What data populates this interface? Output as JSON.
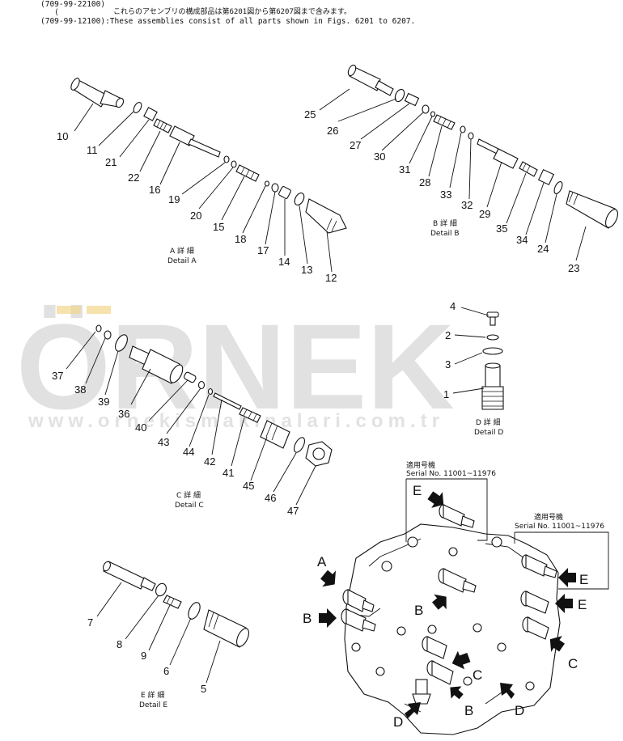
{
  "header": {
    "line1": "(709-99-22100)",
    "line2": "   (",
    "line3": "(709-99-12100):These assemblies consist of all parts shown in Figs. 6201 to 6207.",
    "jp_text": "これらのアセンブリの構成部品は第6201図から第6207図まで含みます。"
  },
  "watermark": {
    "brand": "ÖRNEK",
    "url": "www.ornekismakinalari.com.tr"
  },
  "details": {
    "a": {
      "jp": "A 詳 細",
      "en": "Detail A"
    },
    "b": {
      "jp": "B 詳 細",
      "en": "Detail B"
    },
    "c": {
      "jp": "C 詳 細",
      "en": "Detail C"
    },
    "d": {
      "jp": "D 詳 細",
      "en": "Detail D"
    },
    "e": {
      "jp": "E 詳 細",
      "en": "Detail E"
    }
  },
  "serial_notes": {
    "jp": "適用号機",
    "left": "Serial  No. 11001~11976",
    "right": "Serial  No. 11001~11976"
  },
  "callouts": {
    "n1": "1",
    "n2": "2",
    "n3": "3",
    "n4": "4",
    "n5": "5",
    "n6": "6",
    "n7": "7",
    "n8": "8",
    "n9": "9",
    "n10": "10",
    "n11": "11",
    "n12": "12",
    "n13": "13",
    "n14": "14",
    "n15": "15",
    "n16": "16",
    "n17": "17",
    "n18": "18",
    "n19": "19",
    "n20": "20",
    "n21": "21",
    "n22": "22",
    "n23": "23",
    "n24": "24",
    "n25": "25",
    "n26": "26",
    "n27": "27",
    "n28": "28",
    "n29": "29",
    "n30": "30",
    "n31": "31",
    "n32": "32",
    "n33": "33",
    "n34": "34",
    "n35": "35",
    "n36": "36",
    "n37": "37",
    "n38": "38",
    "n39": "39",
    "n40": "40",
    "n41": "41",
    "n42": "42",
    "n43": "43",
    "n44": "44",
    "n45": "45",
    "n46": "46",
    "n47": "47"
  },
  "pointer_letters": {
    "a": "A",
    "b1": "B",
    "b2": "B",
    "b3": "B",
    "c1": "C",
    "c2": "C",
    "d1": "D",
    "d2": "D",
    "e_box1": "E",
    "e_box2": "E",
    "e_side": "E"
  }
}
